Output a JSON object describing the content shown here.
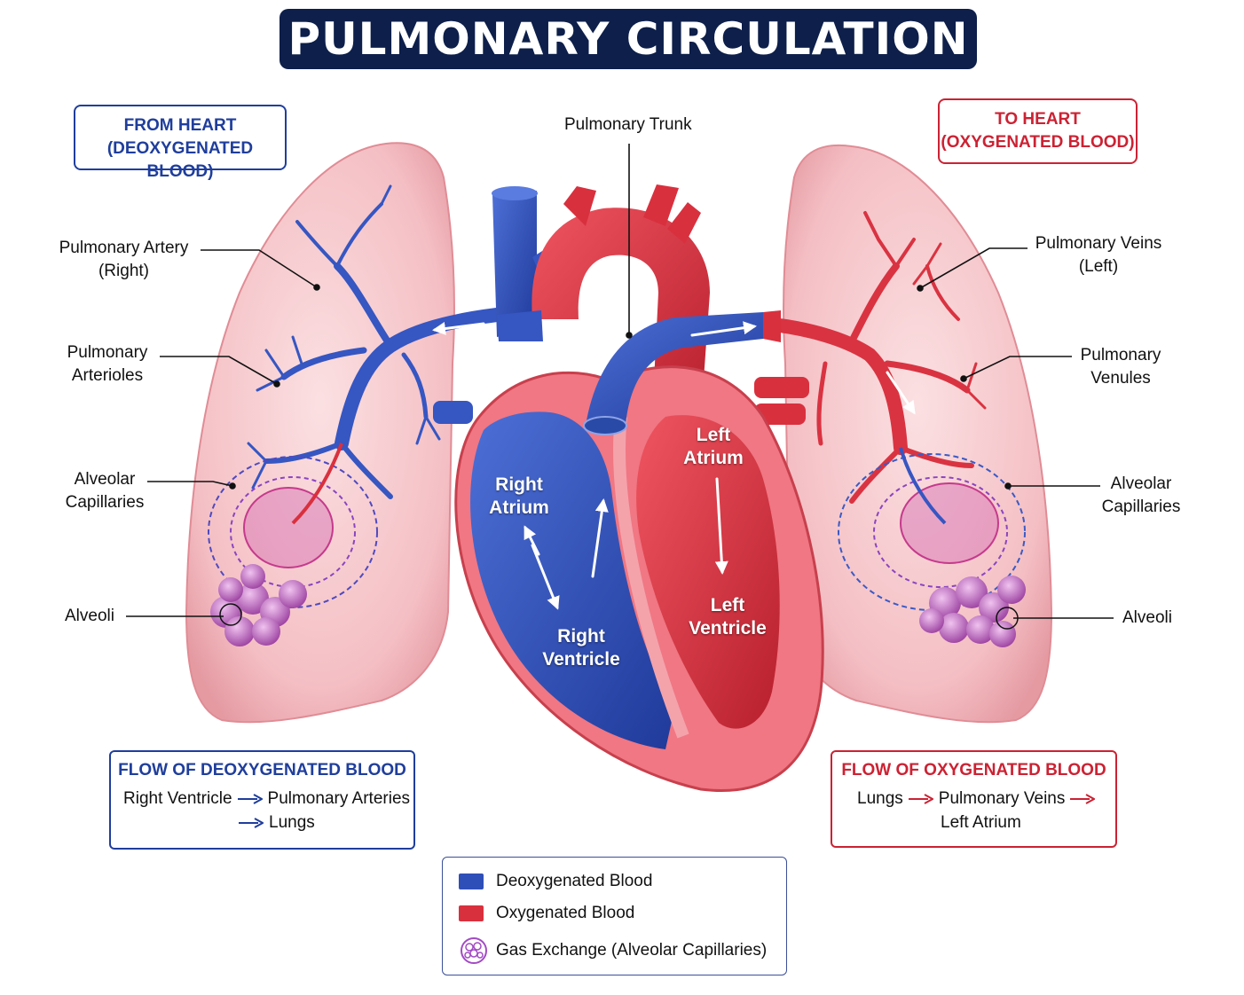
{
  "title": "PULMONARY CIRCULATION",
  "colors": {
    "deoxygenated": "#2f4fb8",
    "oxygenated": "#d9303e",
    "gas_exchange": "#a24bc4",
    "lung": "#f5c2c6",
    "title_bg": "#0d1f4a"
  },
  "from_heart": {
    "line1": "FROM HEART",
    "line2": "(DEOXYGENATED BLOOD)"
  },
  "to_heart": {
    "line1": "TO HEART",
    "line2": "(OXYGENATED BLOOD)"
  },
  "labels": {
    "pulmonary_trunk": "Pulmonary Trunk",
    "pulmonary_artery_right": {
      "line1": "Pulmonary Artery",
      "line2": "(Right)"
    },
    "pulmonary_arterioles": {
      "line1": "Pulmonary",
      "line2": "Arterioles"
    },
    "alveolar_capillaries_left": {
      "line1": "Alveolar",
      "line2": "Capillaries"
    },
    "alveoli_left": "Alveoli",
    "pulmonary_veins_left": {
      "line1": "Pulmonary Veins",
      "line2": "(Left)"
    },
    "pulmonary_venules": {
      "line1": "Pulmonary",
      "line2": "Venules"
    },
    "alveolar_capillaries_right": {
      "line1": "Alveolar",
      "line2": "Capillaries"
    },
    "alveoli_right": "Alveoli"
  },
  "heart": {
    "right_atrium": {
      "line1": "Right",
      "line2": "Atrium"
    },
    "left_atrium": {
      "line1": "Left",
      "line2": "Atrium"
    },
    "right_ventricle": {
      "line1": "Right",
      "line2": "Ventricle"
    },
    "left_ventricle": {
      "line1": "Left",
      "line2": "Ventricle"
    }
  },
  "flow_deoxygenated": {
    "heading": "FLOW OF DEOXYGENATED BLOOD",
    "step1": "Right Ventricle",
    "step2": "Pulmonary Arteries",
    "step3": "Lungs"
  },
  "flow_oxygenated": {
    "heading": "FLOW OF OXYGENATED BLOOD",
    "step1": "Lungs",
    "step2": "Pulmonary Veins",
    "step3": "Left Atrium"
  },
  "legend": {
    "deoxygenated": "Deoxygenated Blood",
    "oxygenated": "Oxygenated Blood",
    "gas_exchange": "Gas Exchange (Alveolar Capillaries)"
  }
}
